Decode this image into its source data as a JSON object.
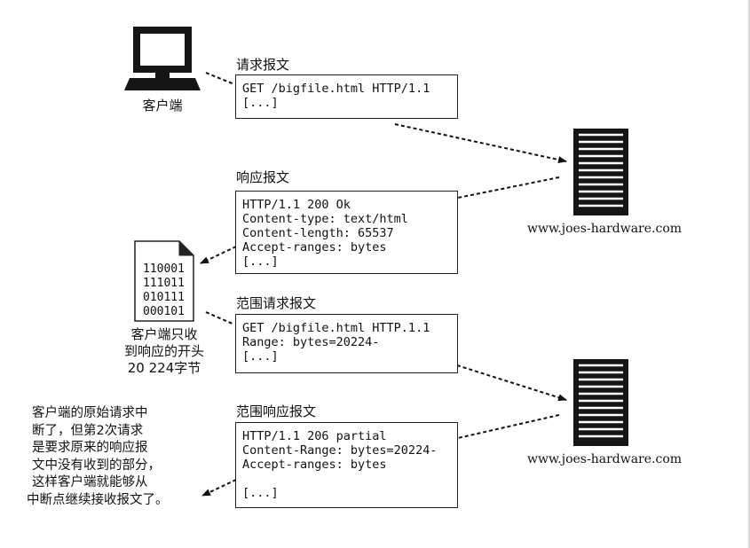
{
  "client": {
    "label": "客户端"
  },
  "servers": [
    {
      "label": "www.joes-hardware.com"
    },
    {
      "label": "www.joes-hardware.com"
    }
  ],
  "request": {
    "title": "请求报文",
    "lines": [
      "GET /bigfile.html HTTP/1.1",
      "[...]"
    ]
  },
  "response": {
    "title": "响应报文",
    "lines": [
      "HTTP/1.1 200 Ok",
      "Content-type: text/html",
      "Content-length: 65537",
      "Accept-ranges: bytes",
      "[...]"
    ]
  },
  "file": {
    "lines": [
      "110001",
      "111011",
      "010111",
      "000101"
    ],
    "caption": [
      "客户端只收",
      "到响应的开头",
      "20 224字节"
    ]
  },
  "range_request": {
    "title": "范围请求报文",
    "lines": [
      "GET /bigfile.html HTTP.1.1",
      "Range: bytes=20224-",
      "[...]"
    ]
  },
  "range_response": {
    "title": "范围响应报文",
    "lines": [
      "HTTP/1.1 206 partial",
      "Content-Range: bytes=20224-",
      "Accept-ranges: bytes",
      "",
      "[...]"
    ]
  },
  "note": {
    "lines": [
      "客户端的原始请求中",
      "断了，但第2次请求",
      "是要求原来的响应报",
      "文中没有收到的部分，",
      "这样客户端就能够从",
      "中断点继续接收报文了。"
    ]
  }
}
